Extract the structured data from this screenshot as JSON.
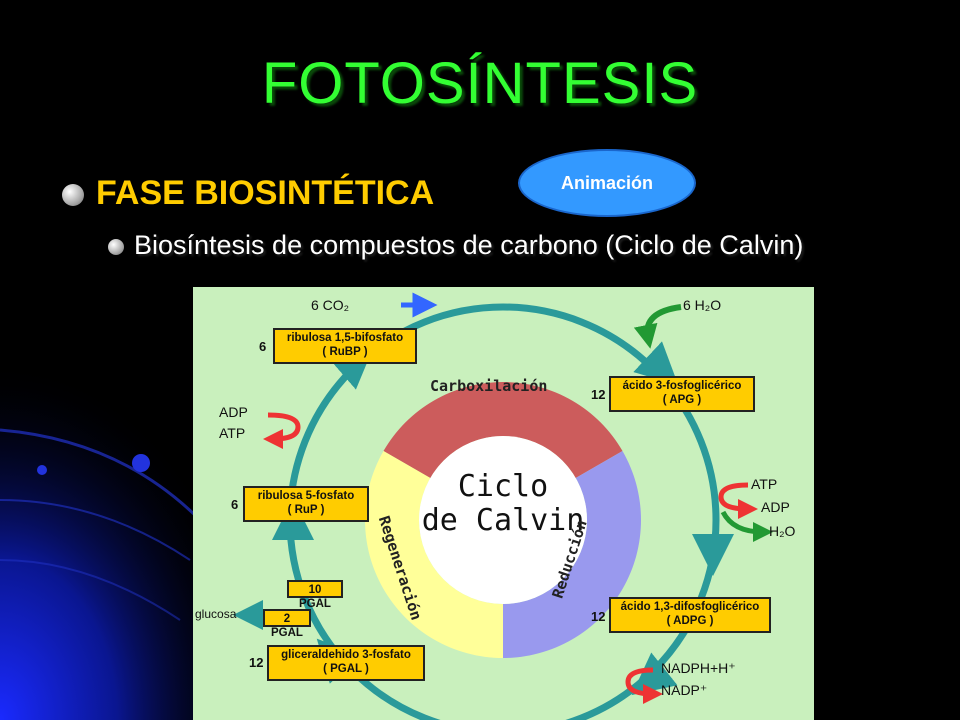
{
  "slide": {
    "title": "FOTOSÍNTESIS",
    "bullet1": "FASE BIOSINTÉTICA",
    "bullet2": "Biosíntesis de compuestos de carbono (Ciclo de Calvin)",
    "animation_button": "Animación"
  },
  "diagram": {
    "center_line1": "Ciclo",
    "center_line2": "de Calvin",
    "segments": {
      "carboxilacion": "Carboxilación",
      "reduccion": "Reducción",
      "regeneracion": "Regeneración"
    },
    "boxes": {
      "rubp_1": "ribulosa 1,5-bifosfato",
      "rubp_2": "( RuBP )",
      "apg_1": "ácido 3-fosfoglicérico",
      "apg_2": "( APG )",
      "rup_1": "ribulosa 5-fosfato",
      "rup_2": "( RuP )",
      "adpg_1": "ácido 1,3-difosfoglicérico",
      "adpg_2": "( ADPG )",
      "pgal_1": "gliceraldehido 3-fosfato",
      "pgal_2": "( PGAL )",
      "pgal10": "10 PGAL",
      "pgal2": "2 PGAL"
    },
    "numbers": {
      "rubp": "6",
      "apg": "12",
      "rup": "6",
      "adpg": "12",
      "pgal": "12"
    },
    "labels": {
      "co2": "6 CO₂",
      "h2o_in": "6 H₂O",
      "adp_left": "ADP",
      "atp_left": "ATP",
      "atp_right": "ATP",
      "adp_right": "ADP",
      "h2o_out": "H₂O",
      "glucosa": "glucosa",
      "nadph": "NADPH+H⁺",
      "nadp": "NADP⁺"
    },
    "colors": {
      "background": "#c9f0bd",
      "carboxilacion": "#cc5c5c",
      "reduccion": "#9999ee",
      "regeneracion": "#ffff99",
      "cycle_arrow": "#2a9a9a",
      "box": "#ffcc00",
      "co2_arrow": "#3366ff",
      "energy_arrow": "#ee3333",
      "water_arrow": "#229933"
    }
  }
}
